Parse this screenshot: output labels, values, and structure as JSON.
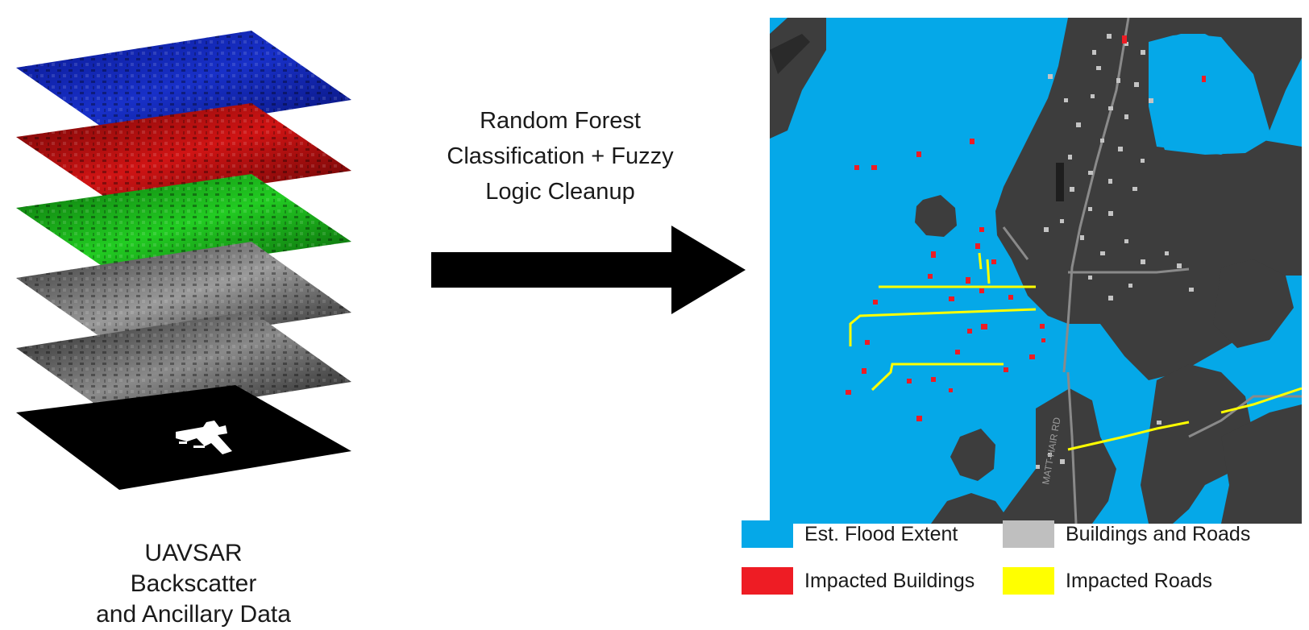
{
  "left_caption": {
    "line1": "UAVSAR Backscatter",
    "line2": "and Ancillary Data"
  },
  "arrow_caption": {
    "line1": "Random Forest",
    "line2": "Classification + Fuzzy",
    "line3": "Logic Cleanup"
  },
  "map": {
    "road_label": "MATT-HAIR RD"
  },
  "legend": {
    "flood": {
      "label": "Est. Flood Extent",
      "color": "#05a8e8"
    },
    "buildings_roads": {
      "label": "Buildings and Roads",
      "color": "#bfbfbf"
    },
    "impacted_buildings": {
      "label": "Impacted Buildings",
      "color": "#ee1c24"
    },
    "impacted_roads": {
      "label": "Impacted Roads",
      "color": "#ffff00"
    }
  },
  "layers": [
    {
      "name": "blue-layer",
      "color": "#0a1fa0"
    },
    {
      "name": "red-layer",
      "color": "#a00d0d"
    },
    {
      "name": "green-layer",
      "color": "#16a816"
    },
    {
      "name": "gray-layer-1",
      "color": "#6e6e6e"
    },
    {
      "name": "gray-layer-2",
      "color": "#555555"
    },
    {
      "name": "mask-layer",
      "color": "#000000"
    }
  ]
}
